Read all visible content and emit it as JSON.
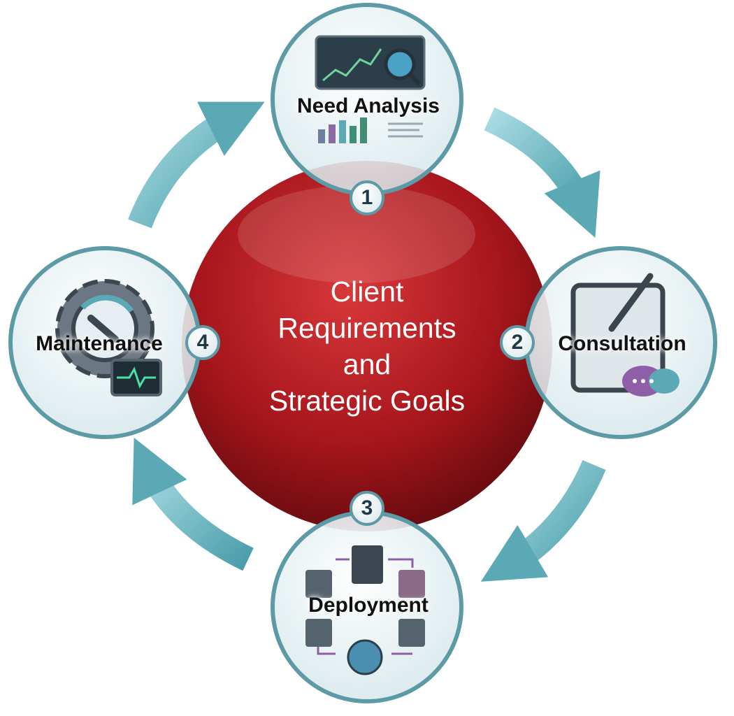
{
  "center": {
    "lines": [
      "Client",
      "Requirements",
      "and",
      "Strategic Goals"
    ]
  },
  "steps": [
    {
      "number": "1",
      "label": "Need Analysis",
      "icon": "analytics-dashboard-icon"
    },
    {
      "number": "2",
      "label": "Consultation",
      "icon": "tablet-pen-chat-icon"
    },
    {
      "number": "3",
      "label": "Deployment",
      "icon": "servers-globe-icon"
    },
    {
      "number": "4",
      "label": "Maintenance",
      "icon": "gear-wrench-monitor-icon"
    }
  ],
  "colors": {
    "sphere": "#a5151b",
    "ring": "#5c9aa6",
    "arrow": "#6db7c2"
  }
}
